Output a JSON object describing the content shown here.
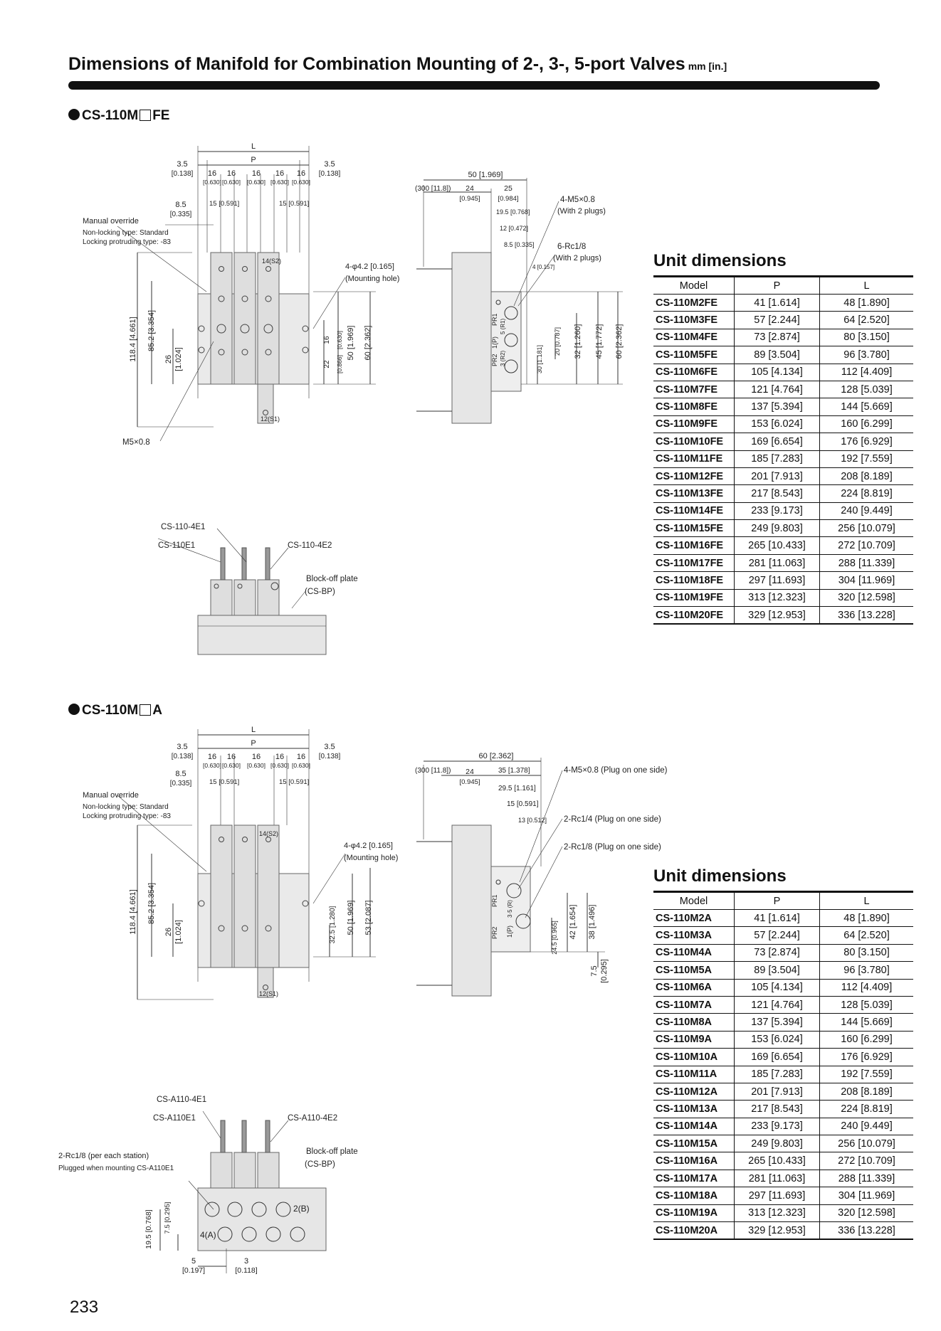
{
  "header": {
    "title": "Dimensions of Manifold for Combination Mounting of 2-, 3-, 5-port Valves",
    "unit": "mm [in.]"
  },
  "page_number": "233",
  "sections": [
    {
      "heading_prefix": "CS-110M",
      "heading_suffix": "FE",
      "unit_title": "Unit dimensions",
      "columns": [
        "Model",
        "P",
        "L"
      ],
      "rows": [
        [
          "CS-110M2FE",
          "41 [1.614]",
          "48 [1.890]"
        ],
        [
          "CS-110M3FE",
          "57 [2.244]",
          "64 [2.520]"
        ],
        [
          "CS-110M4FE",
          "73 [2.874]",
          "80 [3.150]"
        ],
        [
          "CS-110M5FE",
          "89 [3.504]",
          "96 [3.780]"
        ],
        [
          "CS-110M6FE",
          "105 [4.134]",
          "112 [4.409]"
        ],
        [
          "CS-110M7FE",
          "121 [4.764]",
          "128 [5.039]"
        ],
        [
          "CS-110M8FE",
          "137 [5.394]",
          "144 [5.669]"
        ],
        [
          "CS-110M9FE",
          "153 [6.024]",
          "160 [6.299]"
        ],
        [
          "CS-110M10FE",
          "169 [6.654]",
          "176 [6.929]"
        ],
        [
          "CS-110M11FE",
          "185 [7.283]",
          "192 [7.559]"
        ],
        [
          "CS-110M12FE",
          "201 [7.913]",
          "208 [8.189]"
        ],
        [
          "CS-110M13FE",
          "217 [8.543]",
          "224 [8.819]"
        ],
        [
          "CS-110M14FE",
          "233 [9.173]",
          "240 [9.449]"
        ],
        [
          "CS-110M15FE",
          "249 [9.803]",
          "256 [10.079]"
        ],
        [
          "CS-110M16FE",
          "265 [10.433]",
          "272 [10.709]"
        ],
        [
          "CS-110M17FE",
          "281 [11.063]",
          "288 [11.339]"
        ],
        [
          "CS-110M18FE",
          "297 [11.693]",
          "304 [11.969]"
        ],
        [
          "CS-110M19FE",
          "313 [12.323]",
          "320 [12.598]"
        ],
        [
          "CS-110M20FE",
          "329 [12.953]",
          "336 [13.228]"
        ]
      ],
      "drawing": {
        "L": "L",
        "P": "P",
        "d35": "3.5",
        "d35in": "[0.138]",
        "d16": "16",
        "d16in": "[0.630]",
        "d85": "8.5",
        "d85in": "[0.335]",
        "d15": "15",
        "d15in": "[0.591]",
        "manual_override": "Manual override",
        "nonlocking": "Non-locking type: Standard",
        "locking": "Locking protruding type: -83",
        "h1184": "118.4 [4.661]",
        "h852": "85.2 [3.354]",
        "h26": "26",
        "h26in": "[1.024]",
        "m5": "M5×0.8",
        "mount1": "4-φ4.2 [0.165]",
        "mount2": "(Mounting hole)",
        "h16": "16",
        "h16in": "[0.630]",
        "h22": "22",
        "h22in": "[0.866]",
        "h50": "50 [1.969]",
        "h60": "60 [2.362]",
        "s2": "14(S2)",
        "s1": "12(S1)",
        "side_w": "50 [1.969]",
        "side_300": "(300 [11.8])",
        "side_24": "24",
        "side_24in": "[0.945]",
        "side_25": "25",
        "side_25in": "[0.984]",
        "side_195": "19.5 [0.768]",
        "side_12": "12 [0.472]",
        "side_85": "8.5 [0.335]",
        "side_4": "4 [0.157]",
        "m5plug1": "4-M5×0.8",
        "m5plug2": "(With 2 plugs)",
        "rc1": "6-Rc1/8",
        "rc2": "(With 2 plugs)",
        "pr1": "PR1",
        "port5": "5 (R1)",
        "port1": "1(P)",
        "pr2": "PR2",
        "port3": "3 (R2)",
        "sh30": "30 [1.181]",
        "sh20": "20 [0.787]",
        "sh32": "32 [1.260]",
        "sh45": "45 [1.772]",
        "sh60": "60 [2.362]",
        "e1": "CS-110-4E1",
        "e2": "CS-110E1",
        "e3": "CS-110-4E2",
        "bp1": "Block-off plate",
        "bp2": "(CS-BP)"
      }
    },
    {
      "heading_prefix": "CS-110M",
      "heading_suffix": "A",
      "unit_title": "Unit dimensions",
      "columns": [
        "Model",
        "P",
        "L"
      ],
      "rows": [
        [
          "CS-110M2A",
          "41 [1.614]",
          "48 [1.890]"
        ],
        [
          "CS-110M3A",
          "57 [2.244]",
          "64 [2.520]"
        ],
        [
          "CS-110M4A",
          "73 [2.874]",
          "80 [3.150]"
        ],
        [
          "CS-110M5A",
          "89 [3.504]",
          "96 [3.780]"
        ],
        [
          "CS-110M6A",
          "105 [4.134]",
          "112 [4.409]"
        ],
        [
          "CS-110M7A",
          "121 [4.764]",
          "128 [5.039]"
        ],
        [
          "CS-110M8A",
          "137 [5.394]",
          "144 [5.669]"
        ],
        [
          "CS-110M9A",
          "153 [6.024]",
          "160 [6.299]"
        ],
        [
          "CS-110M10A",
          "169 [6.654]",
          "176 [6.929]"
        ],
        [
          "CS-110M11A",
          "185 [7.283]",
          "192 [7.559]"
        ],
        [
          "CS-110M12A",
          "201 [7.913]",
          "208 [8.189]"
        ],
        [
          "CS-110M13A",
          "217 [8.543]",
          "224 [8.819]"
        ],
        [
          "CS-110M14A",
          "233 [9.173]",
          "240 [9.449]"
        ],
        [
          "CS-110M15A",
          "249 [9.803]",
          "256 [10.079]"
        ],
        [
          "CS-110M16A",
          "265 [10.433]",
          "272 [10.709]"
        ],
        [
          "CS-110M17A",
          "281 [11.063]",
          "288 [11.339]"
        ],
        [
          "CS-110M18A",
          "297 [11.693]",
          "304 [11.969]"
        ],
        [
          "CS-110M19A",
          "313 [12.323]",
          "320 [12.598]"
        ],
        [
          "CS-110M20A",
          "329 [12.953]",
          "336 [13.228]"
        ]
      ],
      "drawing": {
        "L": "L",
        "P": "P",
        "d35": "3.5",
        "d35in": "[0.138]",
        "d16": "16",
        "d16in": "[0.630]",
        "d85": "8.5",
        "d85in": "[0.335]",
        "d15": "15",
        "d15in": "[0.591]",
        "manual_override": "Manual override",
        "nonlocking": "Non-locking type: Standard",
        "locking": "Locking protruding type: -83",
        "h1184": "118.4 [4.661]",
        "h852": "85.2 [3.354]",
        "h26": "26",
        "h26in": "[1.024]",
        "mount1": "4-φ4.2 [0.165]",
        "mount2": "(Mounting hole)",
        "h325": "32.5 [1.280]",
        "h50": "50 [1.969]",
        "h53": "53 [2.087]",
        "s2": "14(S2)",
        "s1": "12(S1)",
        "side_w": "60 [2.362]",
        "side_300": "(300 [11.8])",
        "side_24": "24",
        "side_24in": "[0.945]",
        "side_35": "35 [1.378]",
        "side_295": "29.5 [1.161]",
        "side_15": "15 [0.591]",
        "side_13": "13 [0.512]",
        "m5plug": "4-M5×0.8 (Plug on one side)",
        "rc14": "2-Rc1/4 (Plug on one side)",
        "rc18": "2-Rc1/8 (Plug on one side)",
        "pr1": "PR1",
        "port35": "3·5 (R)",
        "pr2": "PR2",
        "port1": "1(P)",
        "sh245": "24.5 [0.965]",
        "sh42": "42 [1.654]",
        "sh38": "38 [1.496]",
        "sh75": "7.5",
        "sh75in": "[0.295]",
        "e1": "CS-A110-4E1",
        "e2": "CS-A110E1",
        "e3": "CS-A110-4E2",
        "rcst1": "2-Rc1/8 (per each station)",
        "rcst2": "Plugged when mounting CS-A110E1",
        "bp1": "Block-off plate",
        "bp2": "(CS-BP)",
        "port2b": "2(B)",
        "port4a": "4(A)",
        "b195": "19.5 [0.768]",
        "b75": "7.5 [0.295]",
        "b5": "5",
        "b5in": "[0.197]",
        "b3": "3",
        "b3in": "[0.118]"
      }
    }
  ]
}
